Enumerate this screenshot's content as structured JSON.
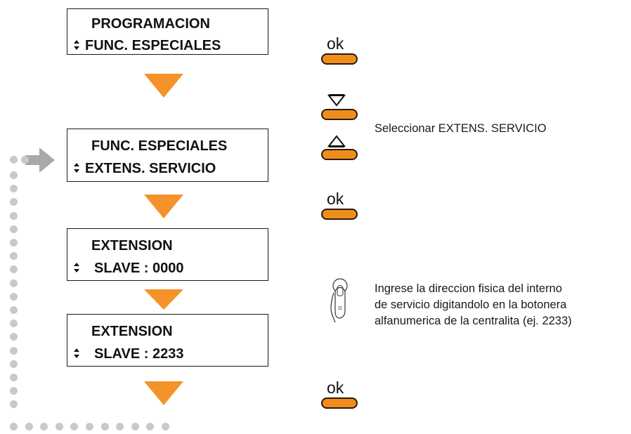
{
  "screens": [
    {
      "line1": "PROGRAMACION",
      "line2": "FUNC. ESPECIALES",
      "selector_icon": "up-down-selector-icon"
    },
    {
      "line1": "FUNC. ESPECIALES",
      "line2": "EXTENS. SERVICIO",
      "selector_icon": "up-down-selector-icon"
    },
    {
      "line1": "EXTENSION",
      "line2": "SLAVE : 0000",
      "selector_icon": "up-down-selector-icon"
    },
    {
      "line1": "EXTENSION",
      "line2": "SLAVE : 2233",
      "selector_icon": "up-down-selector-icon"
    }
  ],
  "keys": {
    "ok_label": "ok",
    "down_icon": "triangle-down-icon",
    "up_icon": "triangle-up-icon",
    "key_color": "#f08d1e"
  },
  "notes": {
    "select": "Seleccionar EXTENS. SERVICIO",
    "enter_line1": "Ingrese la direccion fisica del interno",
    "enter_line2": "de servicio digitandolo en la botonera",
    "enter_line3": "alfanumerica de la centralita (ej. 2233)"
  },
  "colors": {
    "flow_arrow": "#f5922a",
    "loop_dots": "#c9c9cb",
    "loop_arrow": "#a9a9ab"
  }
}
